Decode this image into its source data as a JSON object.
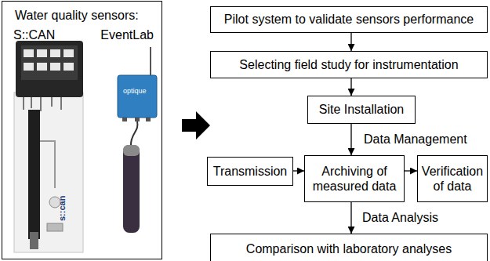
{
  "diagram": {
    "nodes": [
      {
        "text": [
          "Water quality sensors:",
          "S::CAN",
          "EventLab"
        ]
      },
      {
        "text": [
          "Pilot system to validate sensors performance"
        ]
      },
      {
        "text": [
          "Selecting field study for instrumentation"
        ]
      },
      {
        "text": [
          "Site Installation"
        ]
      },
      {
        "text": [
          "Transmission"
        ]
      },
      {
        "text": [
          "Archiving of measured data"
        ]
      },
      {
        "text": [
          "Verification of data"
        ]
      },
      {
        "text": [
          "Comparison with laboratory analyses"
        ]
      }
    ],
    "edges": [
      {
        "from": 1,
        "to": 2,
        "arrow": "to"
      },
      {
        "from": 2,
        "to": 3,
        "arrow": "to"
      },
      {
        "from": 3,
        "to": 5,
        "label": "Data Management",
        "arrow": "to"
      },
      {
        "from": 4,
        "to": 5,
        "arrow": "to"
      },
      {
        "from": 5,
        "to": 6,
        "arrow": "to"
      },
      {
        "from": 5,
        "to": 7,
        "label": "Data Analysis",
        "arrow": "to"
      }
    ],
    "labels": [
      "s::can",
      "optique"
    ]
  }
}
